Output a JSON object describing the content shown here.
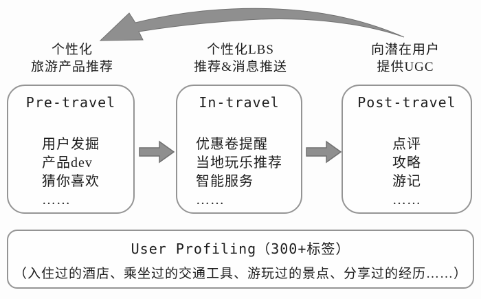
{
  "stage_labels": [
    {
      "line1": "个性化",
      "line2": "旅游产品推荐"
    },
    {
      "line1": "个性化LBS",
      "line2": "推荐&消息推送"
    },
    {
      "line1": "向潜在用户",
      "line2": "提供UGC"
    }
  ],
  "stages": [
    {
      "title": "Pre-travel",
      "items": [
        "用户发掘",
        "产品dev",
        "猜你喜欢",
        "……"
      ]
    },
    {
      "title": "In-travel",
      "items": [
        "优惠卷提醒",
        "当地玩乐推荐",
        "智能服务",
        "……"
      ]
    },
    {
      "title": "Post-travel",
      "items": [
        "点评",
        "攻略",
        "游记",
        "……"
      ]
    }
  ],
  "profiling": {
    "title": "User Profiling（300+标签）",
    "subtitle": "（入住过的酒店、乘坐过的交通工具、游玩过的景点、分享过的经历……）"
  },
  "colors": {
    "arrow_fill": "#8f8f8f",
    "arrow_edge": "#707070",
    "box_border": "#949494",
    "text": "#1c1c1c"
  }
}
